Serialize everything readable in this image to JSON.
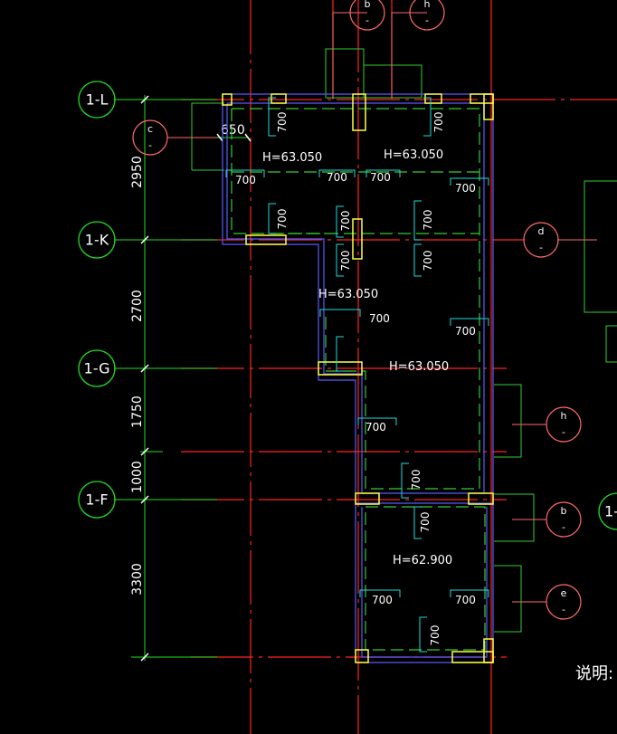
{
  "axes": [
    {
      "label": "1-L"
    },
    {
      "label": "1-K"
    },
    {
      "label": "1-G"
    },
    {
      "label": "1-F"
    }
  ],
  "dimensions": [
    "2950",
    "2700",
    "1750",
    "1000",
    "3300"
  ],
  "top_dimension": "650",
  "elevations": [
    "H=63.050",
    "H=63.050",
    "H=63.050",
    "H=63.050",
    "H=62.900"
  ],
  "beam_label": "700",
  "details": [
    {
      "letter": "b",
      "sub": "-"
    },
    {
      "letter": "h",
      "sub": "-"
    },
    {
      "letter": "c",
      "sub": "-"
    },
    {
      "letter": "d",
      "sub": "-"
    },
    {
      "letter": "h",
      "sub": "-"
    },
    {
      "letter": "b",
      "sub": "-"
    },
    {
      "letter": "e",
      "sub": "-"
    }
  ],
  "right_axis_partial": "1-",
  "note": "说明:",
  "colors": {
    "background": "#000000",
    "axis_green": "#22dd22",
    "grid_red": "#ff2222",
    "wall_blue": "#5a5aff",
    "column_yellow": "#ffff44",
    "beam_cyan": "#22dddd",
    "outline_green": "#33cc33",
    "detail_pink": "#ff6a6a"
  }
}
